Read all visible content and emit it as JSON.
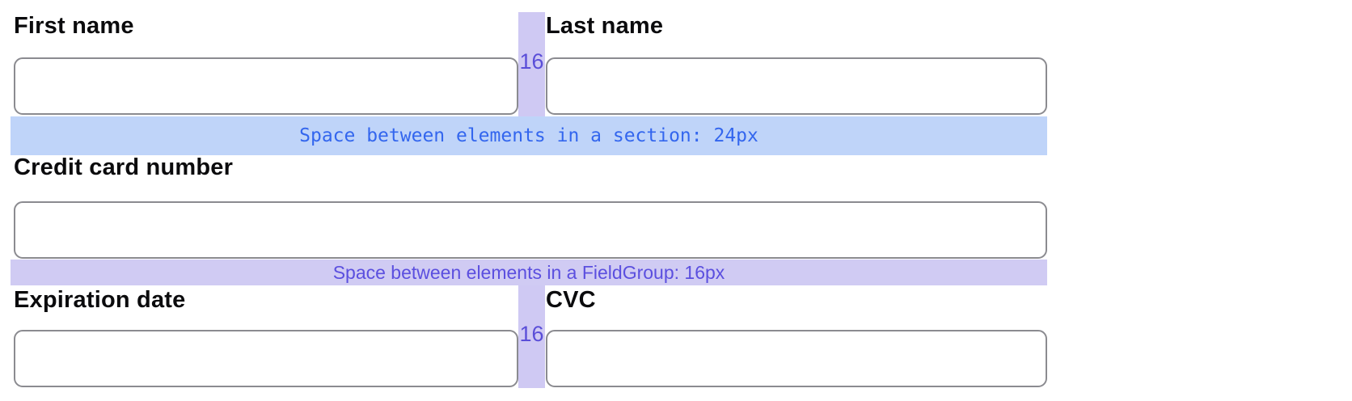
{
  "form": {
    "fields": {
      "first_name": {
        "label": "First name",
        "value": "",
        "placeholder": ""
      },
      "last_name": {
        "label": "Last name",
        "value": "",
        "placeholder": ""
      },
      "credit_card_number": {
        "label": "Credit card number",
        "value": "",
        "placeholder": ""
      },
      "expiration_date": {
        "label": "Expiration date",
        "value": "",
        "placeholder": ""
      },
      "cvc": {
        "label": "CVC",
        "value": "",
        "placeholder": ""
      }
    }
  },
  "annotations": {
    "top_gap_marker": "16",
    "bottom_gap_marker": "16",
    "section_band_text": "Space between elements in a section: 24px",
    "fieldgroup_band_text": "Space between elements in a FieldGroup: 16px"
  },
  "colors": {
    "gap_strip": "#cfc9f3",
    "gap_marker_text": "#5a4ed8",
    "section_band_bg": "#bfd4f9",
    "section_band_text": "#3366ee",
    "fieldgroup_band_bg": "#d0cbf3",
    "fieldgroup_band_text": "#5b4fdf",
    "input_border": "#8b8b90",
    "label_text": "#0b0b0d",
    "page_bg": "#ffffff"
  }
}
